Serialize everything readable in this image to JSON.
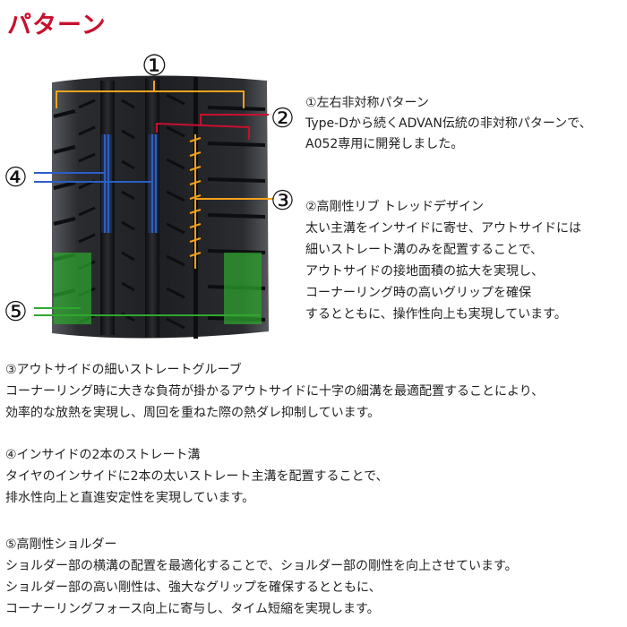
{
  "title": "パターン",
  "figure": {
    "markers": [
      "①",
      "②",
      "③",
      "④",
      "⑤"
    ],
    "colors": {
      "orange": "#f4a31b",
      "red": "#c8102e",
      "blue": "#2a5fc9",
      "green": "#2ea82e",
      "tread": "#1d1f22"
    }
  },
  "callouts": [
    {
      "head": "①左右非対称パターン",
      "lines": [
        "Type-Dから続くADVAN伝統の非対称パターンで、",
        "A052専用に開発しました。"
      ]
    },
    {
      "head": "②高剛性リブ トレッドデザイン",
      "lines": [
        "太い主溝をインサイドに寄せ、アウトサイドには",
        "細いストレート溝のみを配置することで、",
        "アウトサイドの接地面積の拡大を実現し、",
        "コーナーリング時の高いグリップを確保",
        "するとともに、操作性向上も実現しています。"
      ]
    }
  ],
  "sections": [
    {
      "head": "③アウトサイドの細いストレートグルーブ",
      "lines": [
        "コーナーリング時に大きな負荷が掛かるアウトサイドに十字の細溝を最適配置することにより、",
        "効率的な放熱を実現し、周回を重ねた際の熱ダレ抑制しています。"
      ]
    },
    {
      "head": "④インサイドの2本のストレート溝",
      "lines": [
        "タイヤのインサイドに2本の太いストレート主溝を配置することで、",
        "排水性向上と直進安定性を実現しています。"
      ]
    },
    {
      "head": "⑤高剛性ショルダー",
      "lines": [
        "ショルダー部の横溝の配置を最適化することで、ショルダー部の剛性を向上させています。",
        "ショルダー部の高い剛性は、強大なグリップを確保するとともに、",
        "コーナーリングフォース向上に寄与し、タイム短縮を実現します。"
      ]
    }
  ]
}
